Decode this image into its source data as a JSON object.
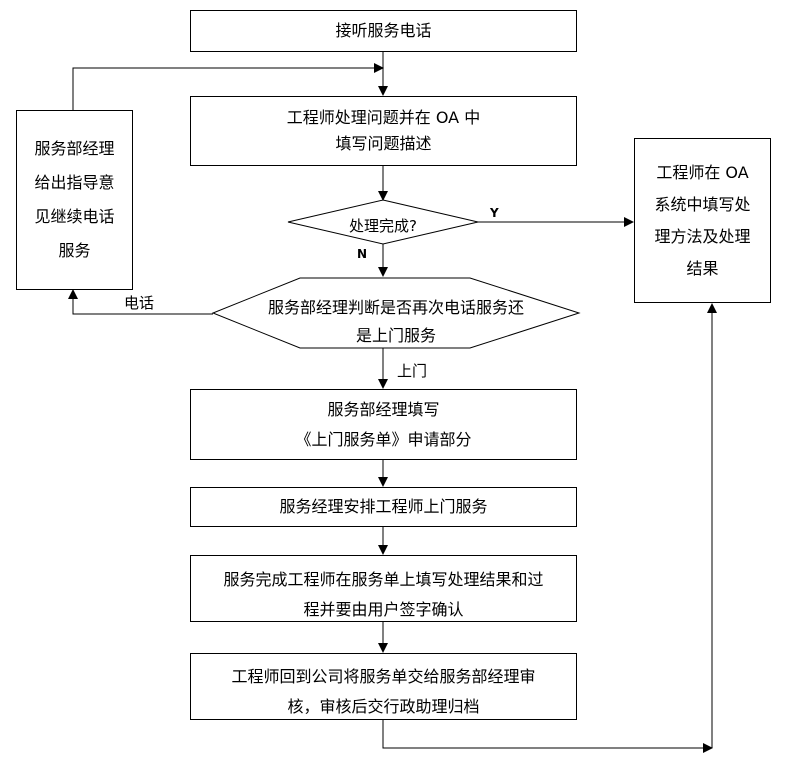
{
  "nodes": {
    "answer_call": [
      "接听服务电话"
    ],
    "engineer_handle": [
      "工程师处理问题并在 OA 中",
      "填写问题描述"
    ],
    "decision_done": [
      "处理完成?"
    ],
    "manager_judge": [
      "服务部经理判断是否再次电话服务还",
      "是上门服务"
    ],
    "manager_guide": [
      "服务部经理",
      "给出指导意",
      "见继续电话",
      "服务"
    ],
    "fill_oa": [
      "工程师在 OA",
      "系统中填写处",
      "理方法及处理",
      "结果"
    ],
    "fill_form": [
      "服务部经理填写",
      "《上门服务单》申请部分"
    ],
    "arrange_visit": [
      "服务经理安排工程师上门服务"
    ],
    "complete_service": [
      "服务完成工程师在服务单上填写处理结果和过",
      "程并要由用户签字确认"
    ],
    "return_submit": [
      "工程师回到公司将服务单交给服务部经理审",
      "核，审核后交行政助理归档"
    ]
  },
  "edge_labels": {
    "yes": "Y",
    "no": "N",
    "phone": "电话",
    "onsite": "上门"
  }
}
